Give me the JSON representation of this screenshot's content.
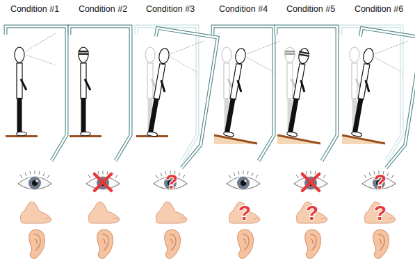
{
  "diagram": {
    "labels": [
      "Condition #1",
      "Condition #2",
      "Condition #3",
      "Condition #4",
      "Condition #5",
      "Condition #6",
      "?",
      "?",
      "?",
      "?",
      "?"
    ]
  }
}
